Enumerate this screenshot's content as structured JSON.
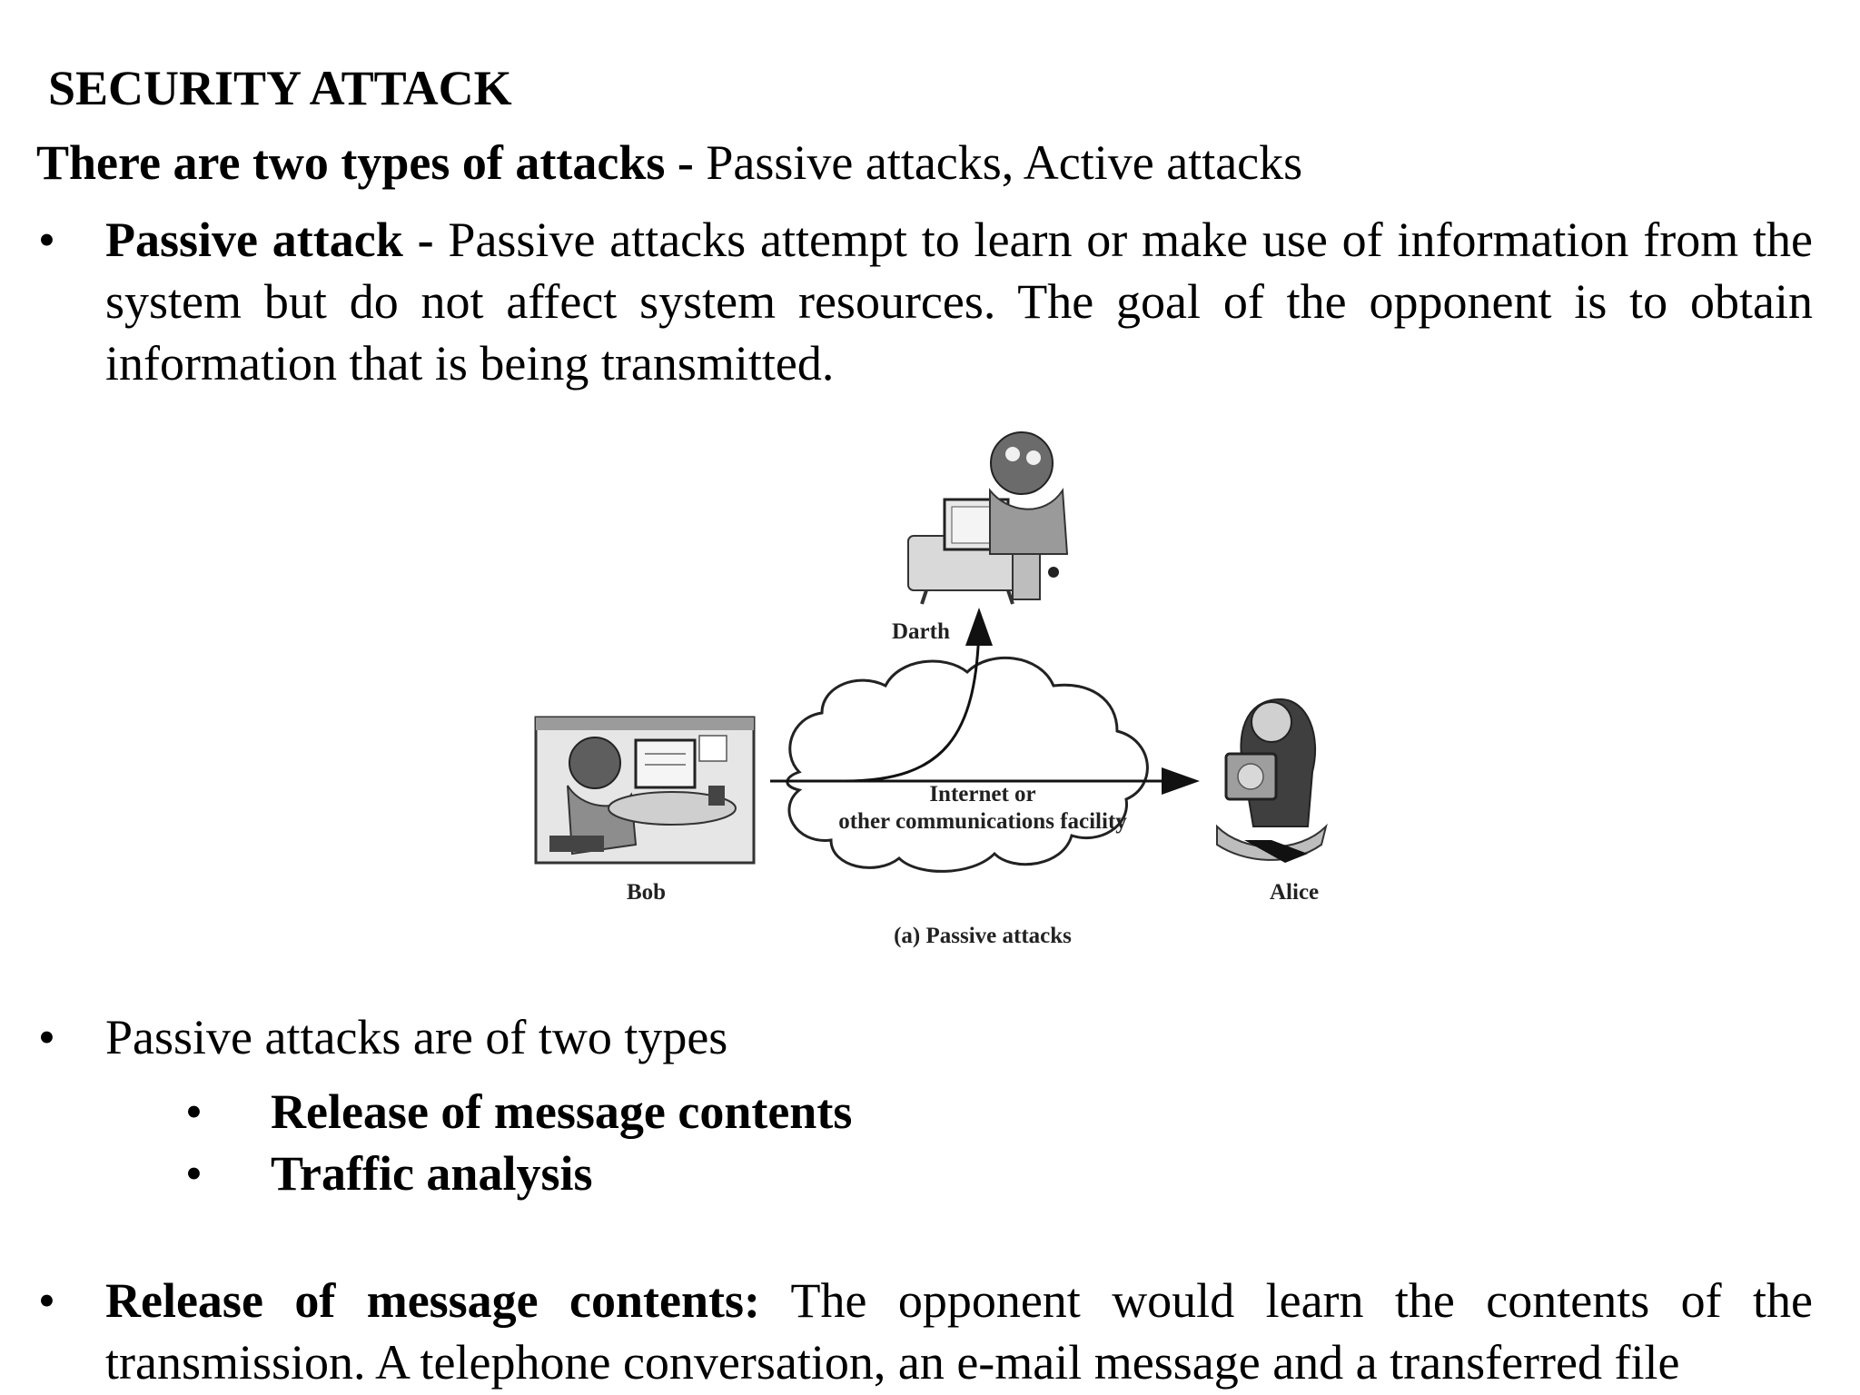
{
  "heading": "SECURITY ATTACK",
  "intro": {
    "bold": "There are two types of attacks - ",
    "rest": "Passive attacks, Active attacks"
  },
  "passive_attack": {
    "term": "Passive attack - ",
    "text": "Passive attacks attempt to learn or make use of information from the system but do not affect system resources. The goal of the opponent is to obtain information that is being transmitted."
  },
  "figure": {
    "attacker": "Darth",
    "sender": "Bob",
    "receiver": "Alice",
    "cloud_line1": "Internet or",
    "cloud_line2": "other communications facility",
    "caption": "(a) Passive attacks"
  },
  "types": {
    "intro": "Passive attacks are of two types",
    "items": [
      "Release of message contents",
      "Traffic analysis"
    ]
  },
  "release": {
    "term": "Release of message contents:",
    "text": " The opponent would learn the contents of the transmission. A telephone conversation, an e-mail message and a transferred file"
  },
  "bullet_symbol": "•"
}
